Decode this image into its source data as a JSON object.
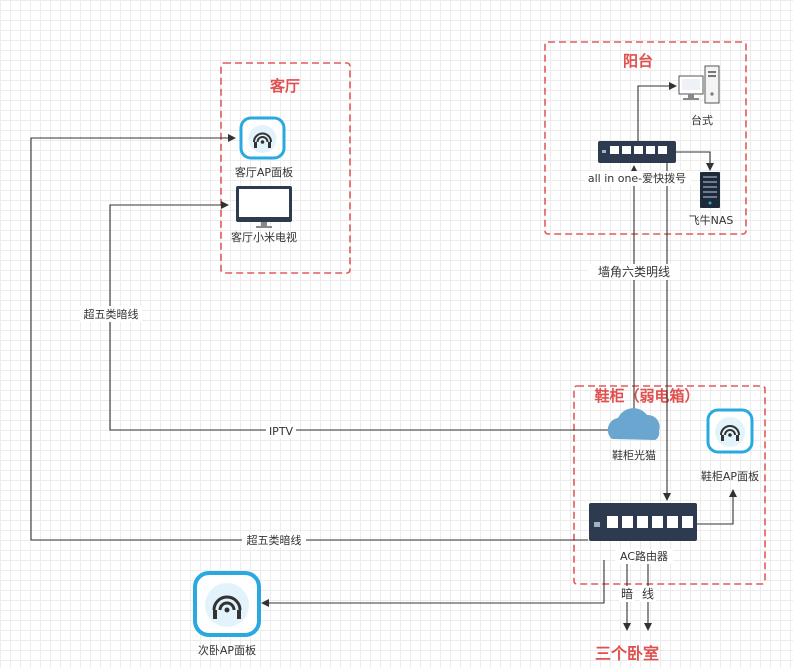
{
  "zones": {
    "living": "客厅",
    "balcony": "阳台",
    "shoe_cabinet": "鞋柜（弱电箱）"
  },
  "nodes": {
    "living_ap": "客厅AP面板",
    "living_tv": "客厅小米电视",
    "desktop": "台式",
    "all_in_one": "all in one-爱快拨号",
    "nas": "飞牛NAS",
    "ont": "鞋柜光猫",
    "shoe_ap": "鞋柜AP面板",
    "ac_router": "AC路由器",
    "second_ap": "次卧AP面板",
    "bedrooms": "三个卧室"
  },
  "edges": {
    "cat5e_tv": "超五类暗线",
    "iptv": "IPTV",
    "cat5e_ap": "超五类暗线",
    "cat6_corner": "墙角六类明线",
    "hidden_1": "暗",
    "hidden_2": "线"
  },
  "colors": {
    "zone_border": "#e05b5b",
    "zone_title": "#e0504f",
    "icon_accent": "#29a9e0",
    "cloud": "#6aa6cf",
    "switch_body": "#2e3b4e"
  }
}
